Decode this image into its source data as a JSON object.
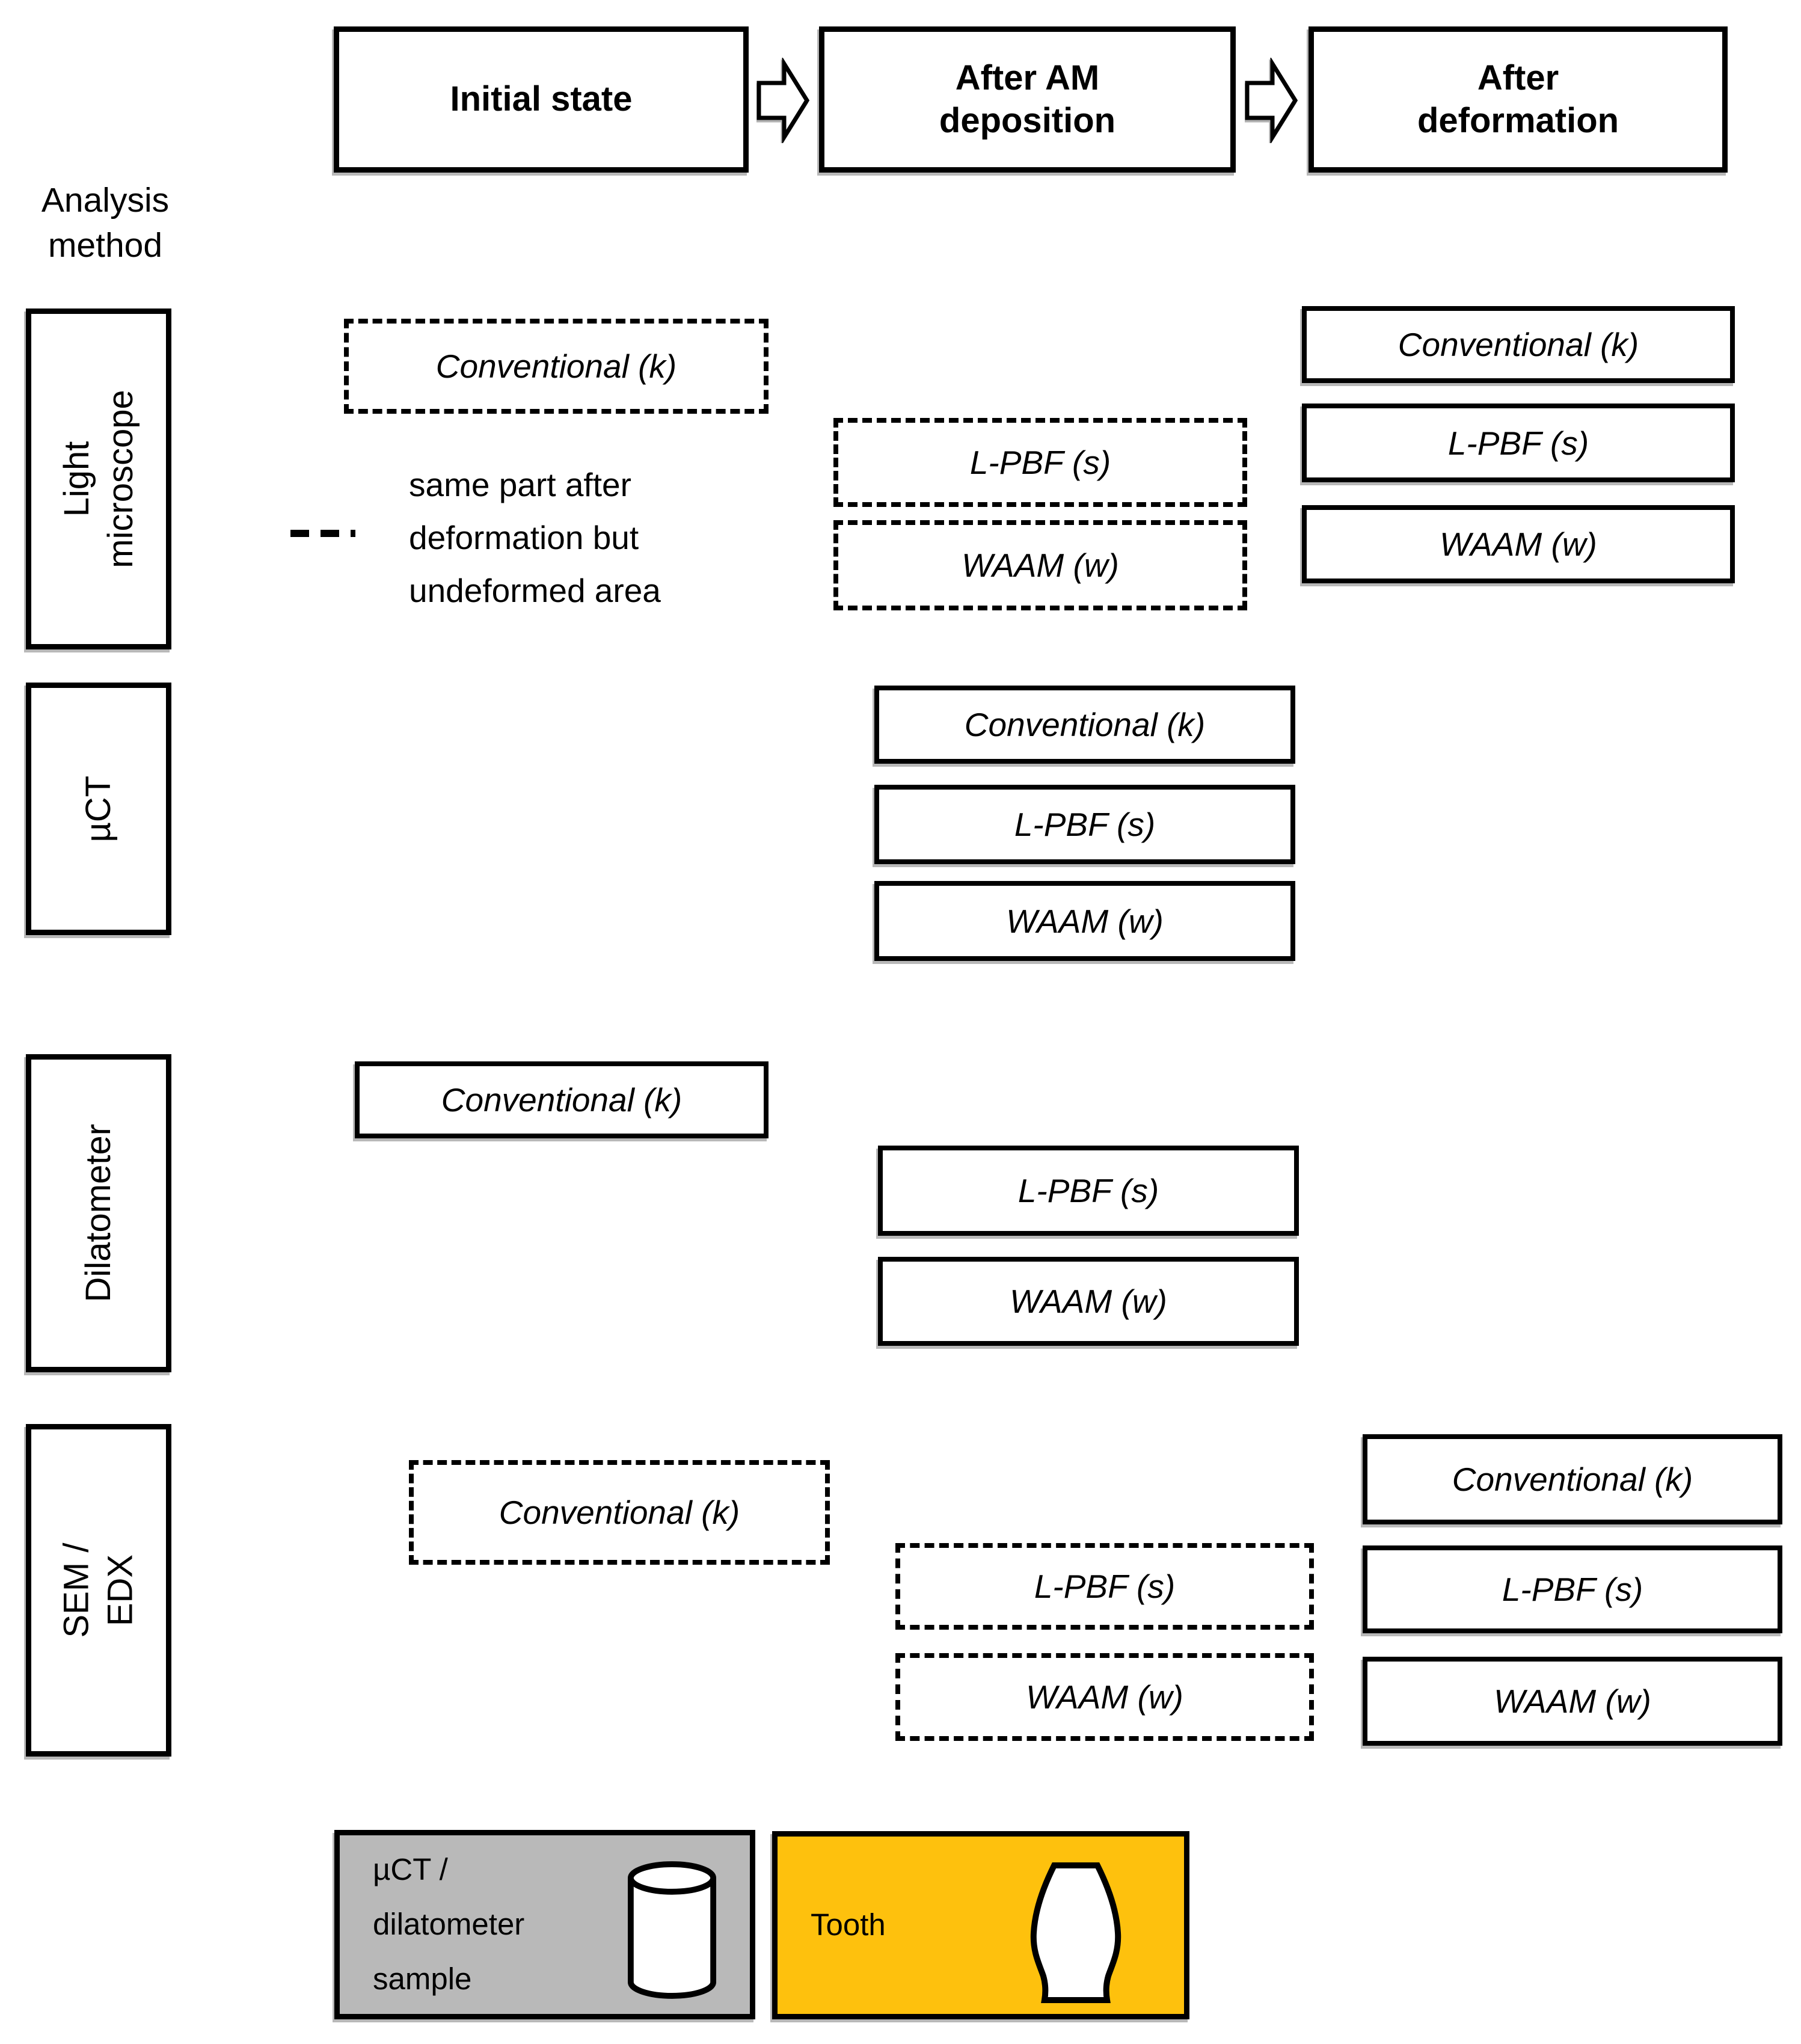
{
  "header": {
    "columns": [
      "Initial state",
      "After AM\ndeposition",
      "After\ndeformation"
    ]
  },
  "sidebar": {
    "title": "Analysis\nmethod",
    "methods": [
      "Light\nmicroscope",
      "µCT",
      "Dilatometer",
      "SEM / EDX"
    ]
  },
  "legend": {
    "text": "same part after\ndeformation but\nundeformed area",
    "line_style": "dashed"
  },
  "rows": {
    "light_microscope": {
      "initial_dashed": "Conventional (k)",
      "after_am_dashed": [
        "L-PBF (s)",
        "WAAM (w)"
      ],
      "after_deformation": [
        "Conventional (k)",
        "L-PBF (s)",
        "WAAM (w)"
      ]
    },
    "uct": {
      "after_am": [
        "Conventional (k)",
        "L-PBF (s)",
        "WAAM (w)"
      ]
    },
    "dilatometer": {
      "initial": "Conventional (k)",
      "after_am": [
        "L-PBF (s)",
        "WAAM (w)"
      ]
    },
    "sem_edx": {
      "initial_dashed": "Conventional (k)",
      "after_am_dashed": [
        "L-PBF (s)",
        "WAAM (w)"
      ],
      "after_deformation": [
        "Conventional (k)",
        "L-PBF (s)",
        "WAAM (w)"
      ]
    }
  },
  "sample_legend": {
    "gray": {
      "label": "µCT /\ndilatometer\nsample",
      "fill": "#b9b9b9",
      "icon": "cylinder-icon"
    },
    "orange": {
      "label": "Tooth",
      "fill": "#fec10d",
      "icon": "tooth-icon"
    }
  },
  "colors": {
    "box_border": "#000000",
    "background": "#ffffff"
  }
}
